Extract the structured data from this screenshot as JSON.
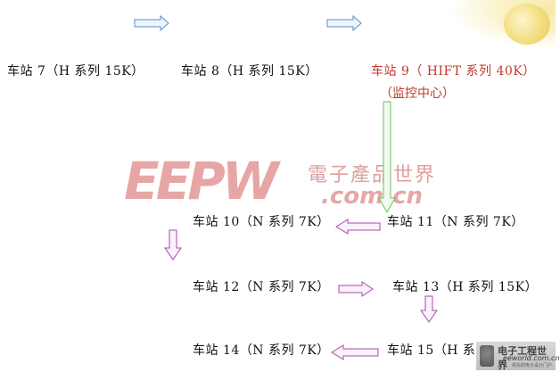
{
  "stations": {
    "s7": "车站 7（H 系列 15K）",
    "s8": "车站 8（H 系列 15K）",
    "s9": "车站 9（ HIFT 系列 40K）",
    "s9_note": "（监控中心）",
    "s10": "车站 10（N 系列  7K）",
    "s11": "车站 11（N 系列  7K）",
    "s12": "车站 12（N 系列  7K）",
    "s13": "车站 13（H 系列 15K）",
    "s14": "车站 14（N 系列  7K）",
    "s15": "车站 15（H 系列 15K）"
  },
  "watermark": {
    "brand": "EEPW",
    "cn": "電子產品世界",
    "domain": ".com.cn",
    "corner_title": "电子工程世界",
    "corner_url": "eeworld.com.cn",
    "corner_sub": "领先的电子设计门户"
  },
  "colors": {
    "blue_arrow": "#5b8fd0",
    "green_arrow": "#6fbf5b",
    "purple_arrow": "#a64ca6",
    "highlight_text": "#c0392b"
  }
}
